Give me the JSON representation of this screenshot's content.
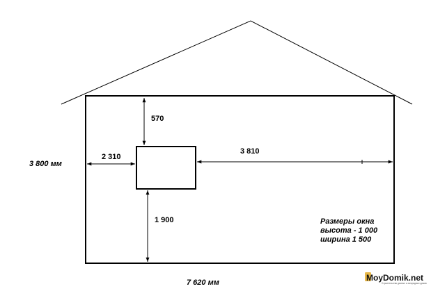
{
  "dimensions": {
    "above_window": "570",
    "left_of_window": "2 310",
    "right_of_window": "3 810",
    "below_window": "1 900",
    "wall_height": "3 800 мм",
    "wall_width": "7 620 мм"
  },
  "note": {
    "line1": "Размеры окна",
    "line2": "высота  - 1 000",
    "line3": "ширина 1 500"
  },
  "logo": {
    "text": "MoyDomik.net",
    "tagline": "Строительство дачных и загородных домов"
  },
  "colors": {
    "line": "#000000",
    "logo_badge": "#e8b84a"
  }
}
